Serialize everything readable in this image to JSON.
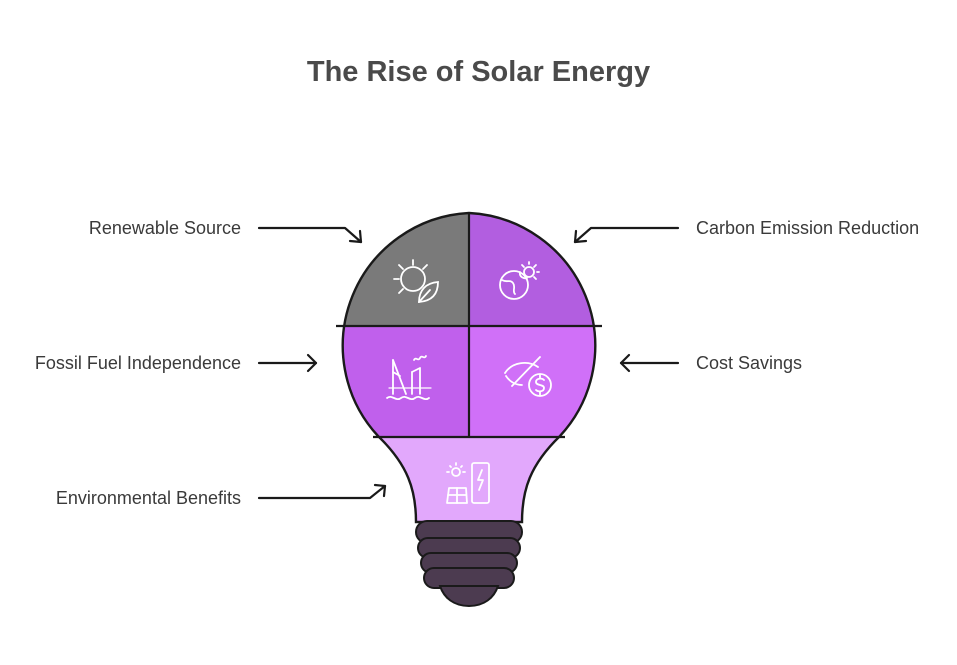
{
  "title": "The Rise of Solar Energy",
  "labels": {
    "renewable_source": "Renewable Source",
    "carbon_emission_reduction": "Carbon Emission Reduction",
    "fossil_fuel_independence": "Fossil Fuel Independence",
    "cost_savings": "Cost Savings",
    "environmental_benefits": "Environmental Benefits"
  },
  "colors": {
    "renewable_source": "#7a7a7a",
    "carbon_emission_reduction": "#b25ee0",
    "fossil_fuel_independence": "#c060ec",
    "cost_savings": "#d070f8",
    "environmental_benefits": "#e2a8fc",
    "bulb_base": "#4c3b50",
    "outline": "#1a1a1a"
  },
  "icons": {
    "renewable_source": "sun-leaf-icon",
    "carbon_emission_reduction": "globe-sun-icon",
    "fossil_fuel_independence": "oil-rig-icon",
    "cost_savings": "no-eye-dollar-icon",
    "environmental_benefits": "solar-charging-icon"
  }
}
